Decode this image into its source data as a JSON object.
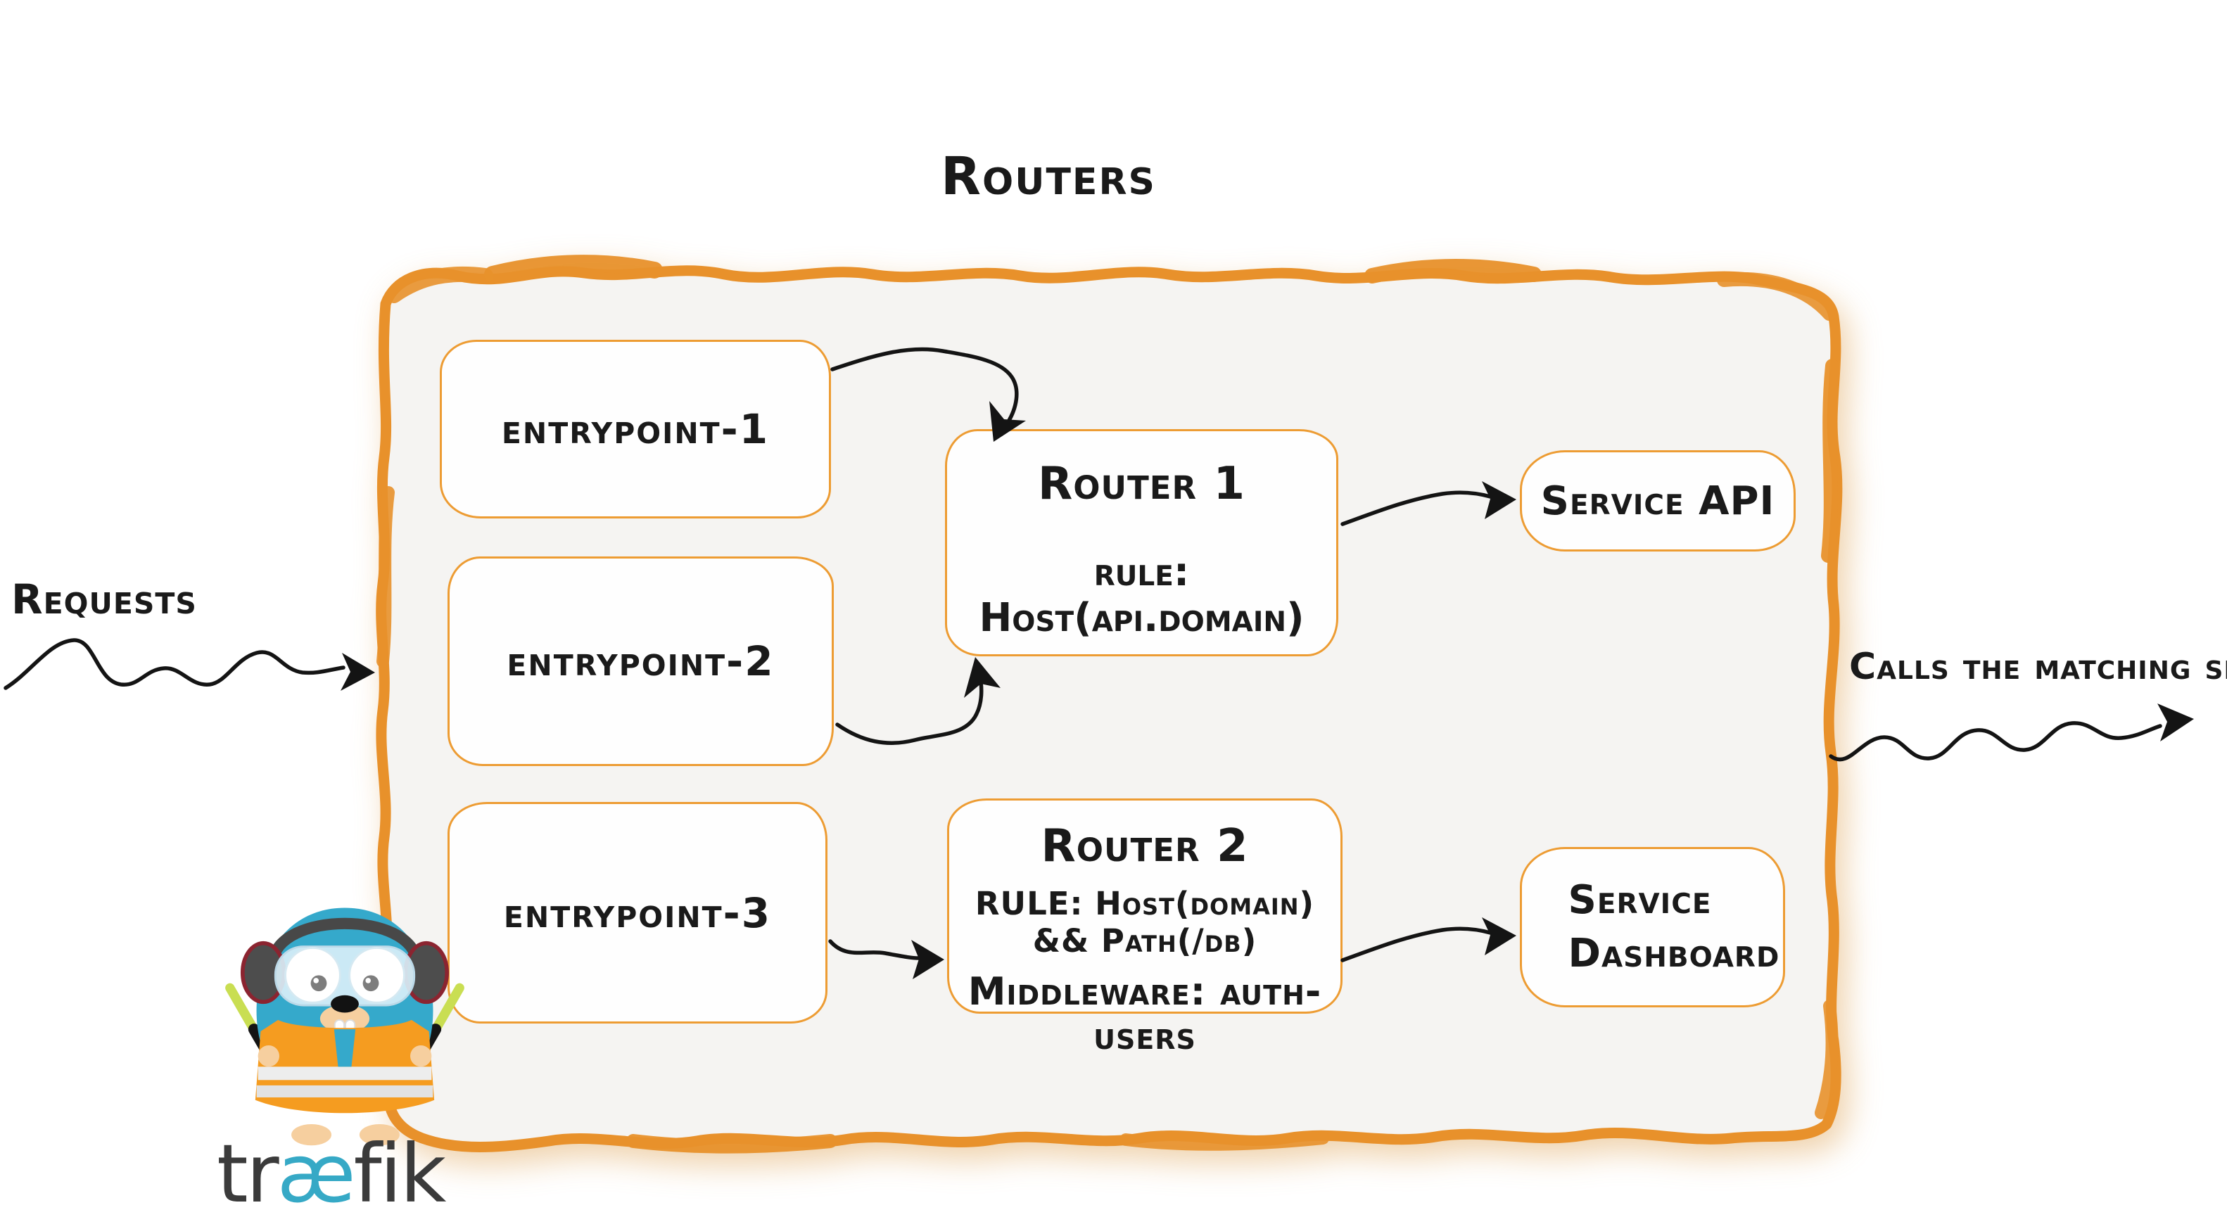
{
  "title": "Routers",
  "left_label": {
    "text": "Requests"
  },
  "right_label": {
    "text": "Calls the matching server"
  },
  "entrypoints": [
    {
      "label": "entrypoint-1"
    },
    {
      "label": "entrypoint-2"
    },
    {
      "label": "entrypoint-3"
    }
  ],
  "routers": [
    {
      "name": "Router 1",
      "rule": "rule: Host(api.domain)"
    },
    {
      "name": "Router 2",
      "rule": "RULE: Host(domain) && Path(/db)",
      "middleware": "Middleware: auth-users"
    }
  ],
  "services": [
    {
      "label": "Service API"
    },
    {
      "label": "Service Dashboard"
    }
  ],
  "logo": {
    "word_prefix": "tr",
    "word_mid": "æ",
    "word_suffix": "fik"
  },
  "colors": {
    "accent_orange": "#e8912b",
    "box_border_orange": "#ed9c33",
    "panel_bg": "#f5f4f2",
    "ink": "#1a1a1a",
    "gopher_blue": "#35a9cb",
    "vest_orange": "#f59c20",
    "baton_green": "#c9de52",
    "wordmark_gray": "#3b3b3b",
    "wordmark_teal": "#36a9c6"
  }
}
